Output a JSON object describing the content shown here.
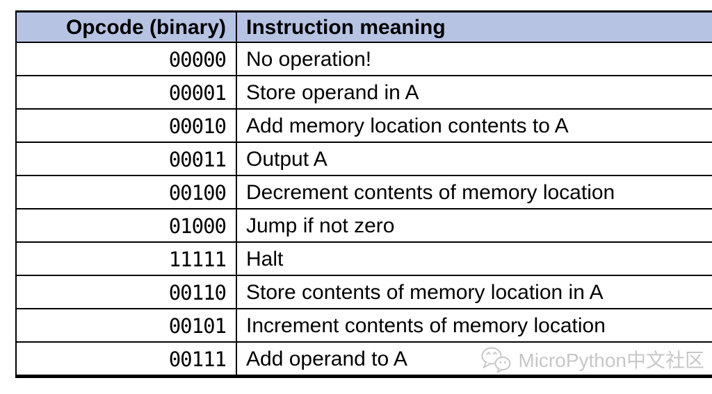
{
  "colors": {
    "header-bg": "#b7c3e3",
    "border": "#000000",
    "watermark": "#c7c7c7"
  },
  "table": {
    "headers": [
      "Opcode (binary)",
      "Instruction meaning"
    ],
    "rows": [
      {
        "opcode": "00000",
        "meaning": "No operation!"
      },
      {
        "opcode": "00001",
        "meaning": "Store operand in A"
      },
      {
        "opcode": "00010",
        "meaning": "Add memory location contents to A"
      },
      {
        "opcode": "00011",
        "meaning": "Output A"
      },
      {
        "opcode": "00100",
        "meaning": "Decrement contents of memory location"
      },
      {
        "opcode": "01000",
        "meaning": "Jump if not zero"
      },
      {
        "opcode": "11111",
        "meaning": "Halt"
      },
      {
        "opcode": "00110",
        "meaning": "Store contents of memory location in A"
      },
      {
        "opcode": "00101",
        "meaning": "Increment contents of memory location"
      },
      {
        "opcode": "00111",
        "meaning": "Add operand to A"
      }
    ]
  },
  "watermark": {
    "text": "MicroPython中文社区",
    "icon": "wechat-icon"
  }
}
